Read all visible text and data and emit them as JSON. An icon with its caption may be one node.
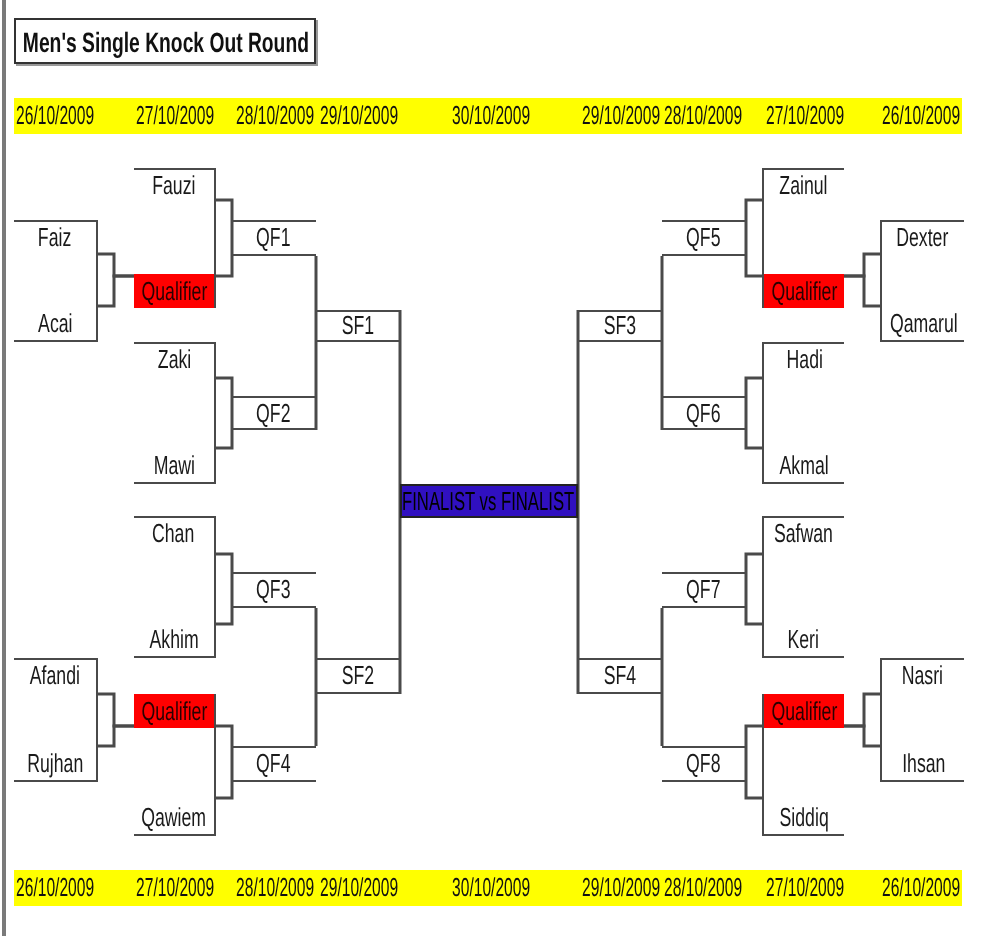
{
  "diagram": {
    "title": "Men's Single Knock Out Round",
    "nodes": [
      {
        "text": [
          "Faiz"
        ]
      },
      {
        "text": [
          "Acai"
        ]
      },
      {
        "text": [
          "Qualifier"
        ]
      },
      {
        "text": [
          "Fauzi"
        ]
      },
      {
        "text": [
          "QF1"
        ]
      },
      {
        "text": [
          "Zaki"
        ]
      },
      {
        "text": [
          "Mawi"
        ]
      },
      {
        "text": [
          "QF2"
        ]
      },
      {
        "text": [
          "SF1"
        ]
      },
      {
        "text": [
          "Chan"
        ]
      },
      {
        "text": [
          "Akhim"
        ]
      },
      {
        "text": [
          "QF3"
        ]
      },
      {
        "text": [
          "Afandi"
        ]
      },
      {
        "text": [
          "Rujhan"
        ]
      },
      {
        "text": [
          "Qualifier"
        ]
      },
      {
        "text": [
          "Qawiem"
        ]
      },
      {
        "text": [
          "QF4"
        ]
      },
      {
        "text": [
          "SF2"
        ]
      },
      {
        "text": [
          "FINALIST vs FINALIST"
        ]
      },
      {
        "text": [
          "Zainul"
        ]
      },
      {
        "text": [
          "Qualifier"
        ]
      },
      {
        "text": [
          "QF5"
        ]
      },
      {
        "text": [
          "Dexter"
        ]
      },
      {
        "text": [
          "Qamarul"
        ]
      },
      {
        "text": [
          "SF3"
        ]
      },
      {
        "text": [
          "Hadi"
        ]
      },
      {
        "text": [
          "Akmal"
        ]
      },
      {
        "text": [
          "QF6"
        ]
      },
      {
        "text": [
          "Safwan"
        ]
      },
      {
        "text": [
          "Keri"
        ]
      },
      {
        "text": [
          "QF7"
        ]
      },
      {
        "text": [
          "SF4"
        ]
      },
      {
        "text": [
          "Nasri"
        ]
      },
      {
        "text": [
          "Ihsan"
        ]
      },
      {
        "text": [
          "Qualifier"
        ]
      },
      {
        "text": [
          "Siddiq"
        ]
      },
      {
        "text": [
          "QF8"
        ]
      }
    ],
    "edges": [
      {
        "from": 0,
        "to": 2,
        "arrow": "none"
      },
      {
        "from": 1,
        "to": 2,
        "arrow": "none"
      },
      {
        "from": 3,
        "to": 4,
        "arrow": "none"
      },
      {
        "from": 2,
        "to": 4,
        "arrow": "none"
      },
      {
        "from": 5,
        "to": 7,
        "arrow": "none"
      },
      {
        "from": 6,
        "to": 7,
        "arrow": "none"
      },
      {
        "from": 4,
        "to": 8,
        "arrow": "none"
      },
      {
        "from": 7,
        "to": 8,
        "arrow": "none"
      },
      {
        "from": 9,
        "to": 11,
        "arrow": "none"
      },
      {
        "from": 10,
        "to": 11,
        "arrow": "none"
      },
      {
        "from": 12,
        "to": 14,
        "arrow": "none"
      },
      {
        "from": 13,
        "to": 14,
        "arrow": "none"
      },
      {
        "from": 14,
        "to": 16,
        "arrow": "none"
      },
      {
        "from": 15,
        "to": 16,
        "arrow": "none"
      },
      {
        "from": 11,
        "to": 17,
        "arrow": "none"
      },
      {
        "from": 16,
        "to": 17,
        "arrow": "none"
      },
      {
        "from": 8,
        "to": 18,
        "arrow": "none"
      },
      {
        "from": 17,
        "to": 18,
        "arrow": "none"
      },
      {
        "from": 22,
        "to": 20,
        "arrow": "none"
      },
      {
        "from": 23,
        "to": 20,
        "arrow": "none"
      },
      {
        "from": 19,
        "to": 21,
        "arrow": "none"
      },
      {
        "from": 20,
        "to": 21,
        "arrow": "none"
      },
      {
        "from": 25,
        "to": 27,
        "arrow": "none"
      },
      {
        "from": 26,
        "to": 27,
        "arrow": "none"
      },
      {
        "from": 21,
        "to": 24,
        "arrow": "none"
      },
      {
        "from": 27,
        "to": 24,
        "arrow": "none"
      },
      {
        "from": 28,
        "to": 30,
        "arrow": "none"
      },
      {
        "from": 29,
        "to": 30,
        "arrow": "none"
      },
      {
        "from": 32,
        "to": 34,
        "arrow": "none"
      },
      {
        "from": 33,
        "to": 34,
        "arrow": "none"
      },
      {
        "from": 34,
        "to": 36,
        "arrow": "none"
      },
      {
        "from": 35,
        "to": 36,
        "arrow": "none"
      },
      {
        "from": 30,
        "to": 31,
        "arrow": "none"
      },
      {
        "from": 36,
        "to": 31,
        "arrow": "none"
      },
      {
        "from": 24,
        "to": 18,
        "arrow": "none"
      },
      {
        "from": 31,
        "to": 18,
        "arrow": "none"
      }
    ],
    "labels": [
      "26/10/2009",
      "27/10/2009",
      "28/10/2009",
      "29/10/2009",
      "30/10/2009",
      "29/10/2009",
      "28/10/2009",
      "27/10/2009",
      "26/10/2009",
      "26/10/2009",
      "27/10/2009",
      "28/10/2009",
      "29/10/2009",
      "30/10/2009",
      "29/10/2009",
      "28/10/2009",
      "27/10/2009",
      "26/10/2009"
    ]
  }
}
